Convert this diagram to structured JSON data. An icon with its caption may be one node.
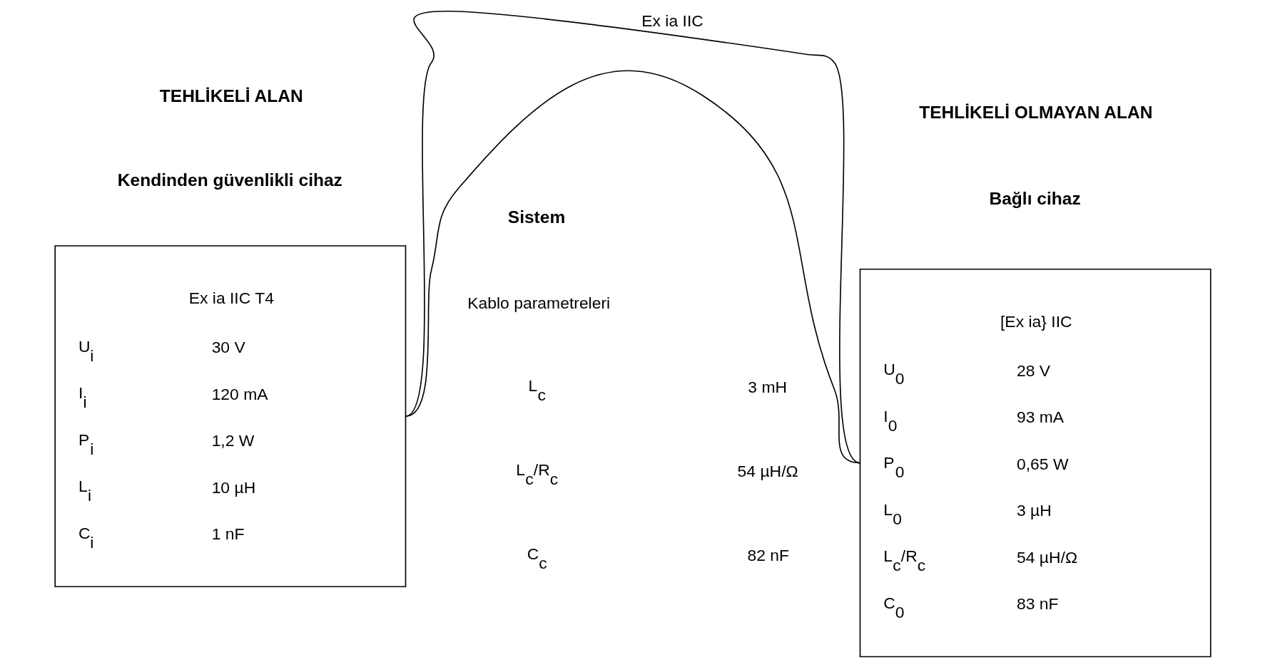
{
  "diagram": {
    "nodes": [
      {
        "text": [
          "Ex ia IIC T4",
          "U$_{i}$",
          "30 V",
          "I$_{i}$",
          "120 mA",
          "P$_{i}$",
          "1,2 W",
          "L$_{i}$",
          "10 µH",
          "C$_{i}$",
          "1 nF"
        ]
      },
      {
        "text": [
          "[Ex ia} IIC",
          "U$_{0}$",
          "28 V",
          "I$_{0}$",
          "93 mA",
          "P$_{0}$",
          "0,65 W",
          "L$_{0}$",
          "3 µH",
          "L$_{c}$/R$_{c}$",
          "54 µH/Ω",
          "C$_{0}$",
          "83 nF"
        ]
      }
    ],
    "edges": [
      {
        "from": 0,
        "to": 1,
        "arrow": "none",
        "label": "Ex ia IIC"
      },
      {
        "from": 0,
        "to": 1,
        "arrow": "none"
      }
    ],
    "labels": [
      "TEHLİKELİ ALAN",
      "TEHLİKELİ OLMAYAN ALAN",
      "Kendinden güvenlikli cihaz",
      "Sistem",
      "Bağlı cihaz",
      "Kablo parametreleri",
      "L$_{c}$",
      "3 mH",
      "L$_{c}$/R$_{c}$",
      "54 µH/Ω",
      "C$_{c}$",
      "82 nF"
    ]
  }
}
